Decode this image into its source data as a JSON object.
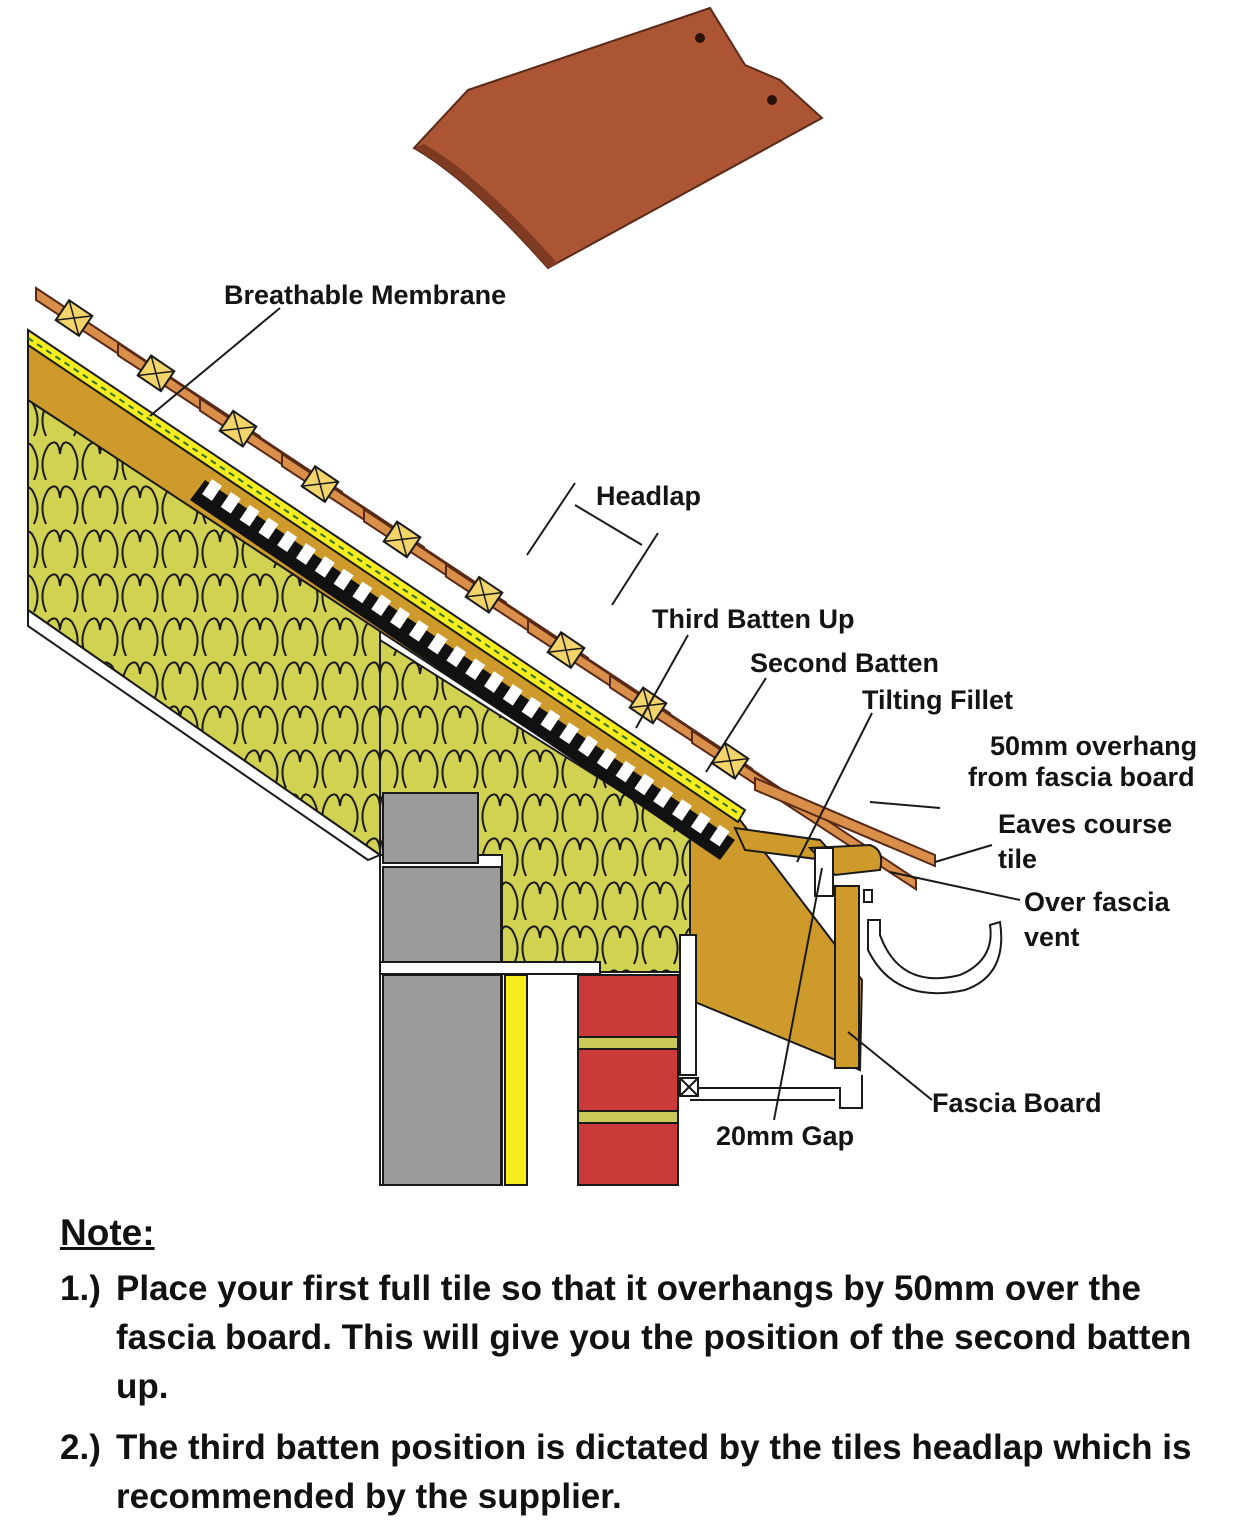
{
  "labels": {
    "breathable_membrane": "Breathable Membrane",
    "headlap": "Headlap",
    "third_batten_up": "Third Batten Up",
    "second_batten": "Second Batten",
    "tilting_fillet": "Tilting Fillet",
    "overhang_line1": "50mm overhang",
    "overhang_line2": "from fascia board",
    "eaves_line1": "Eaves course",
    "eaves_line2": "tile",
    "vent_line1": "Over fascia",
    "vent_line2": "vent",
    "fascia_board": "Fascia Board",
    "gap": "20mm Gap"
  },
  "notes": {
    "heading": "Note:",
    "items": [
      {
        "num": "1.)",
        "text": "Place your first full tile so that it overhangs by 50mm over the fascia board. This will give you the position of the second batten up."
      },
      {
        "num": "2.)",
        "text": "The third batten position is dictated by the tiles headlap which is recommended by the supplier."
      }
    ]
  },
  "colors": {
    "tile": "#b05a3c",
    "batten": "#f2d46a",
    "insulation": "#d2d252",
    "membrane": "#f7ec1e",
    "timber": "#cd9a2b",
    "block": "#9b9b9b",
    "brick": "#c93a38"
  }
}
